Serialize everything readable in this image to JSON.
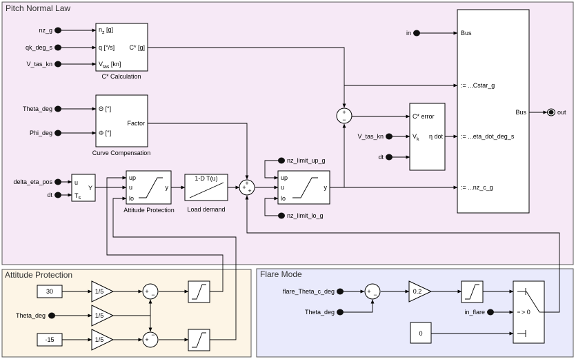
{
  "areas": {
    "pitch_normal_law": "Pitch Normal Law",
    "attitude_protection": "Attitude Protection",
    "flare_mode": "Flare Mode"
  },
  "colors": {
    "pitch_area_fill": "#f6e9f6",
    "attitude_area_fill": "#fdf5e6",
    "flare_area_fill": "#e9eafc"
  },
  "inports": {
    "nz_g": "nz_g",
    "qk_deg_s": "qk_deg_s",
    "v_tas_kn": "V_tas_kn",
    "theta_deg": "Theta_deg",
    "phi_deg": "Phi_deg",
    "delta_eta_pos": "delta_eta_pos",
    "dt": "dt",
    "in": "in",
    "v_tas_kn_2": "V_tas_kn",
    "dt_2": "dt",
    "nz_limit_up_g": "nz_limit_up_g",
    "nz_limit_lo_g": "nz_limit_lo_g",
    "theta_deg_2": "Theta_deg",
    "flare_theta_c_deg": "flare_Theta_c_deg",
    "theta_deg_3": "Theta_deg",
    "in_flare": "in_flare"
  },
  "outports": {
    "out": "out"
  },
  "blocks": {
    "cstar_calc": {
      "name": "C* Calculation",
      "in1_n": "n",
      "in1_sub": "z",
      "in1_unit": " [g]",
      "in2": "q [°/s]",
      "in3": "V",
      "in3_sub": "tas",
      "in3_unit": " [kn]",
      "out": "C* [g]"
    },
    "curve_comp": {
      "name": "Curve Compensation",
      "in1": "Θ [°]",
      "in2": "Φ [°]",
      "out": "Factor"
    },
    "integrator": {
      "in_u": "u",
      "in_t": "T",
      "in_t_sub": "s",
      "out": "Y"
    },
    "attitude_sat": {
      "name": "Attitude Protection",
      "up": "up",
      "u": "u",
      "lo": "lo",
      "y": "y"
    },
    "load_demand": {
      "name": "Load demand",
      "title": "1-D T(u)"
    },
    "nz_sat": {
      "up": "up",
      "u": "u",
      "lo": "lo",
      "y": "y"
    },
    "cstar_error": {
      "in1": "C* error",
      "in2": "V",
      "in2_sub": "k",
      "out": "η dot"
    },
    "bus": {
      "in_bus": "Bus",
      "f1": ":= ...Cstar_g",
      "f2": ":= ...eta_dot_deg_s",
      "f3": ":= ...nz_c_g",
      "out_bus": "Bus"
    },
    "sum_signs": {
      "plus": "+",
      "minus": "−"
    },
    "const_30": "30",
    "const_m15": "-15",
    "gain_1": "1/5",
    "gain_2": "1/5",
    "gain_3": "1/5",
    "gain_02": "0.2",
    "const_0": "0",
    "switch_cond": "> 0"
  }
}
